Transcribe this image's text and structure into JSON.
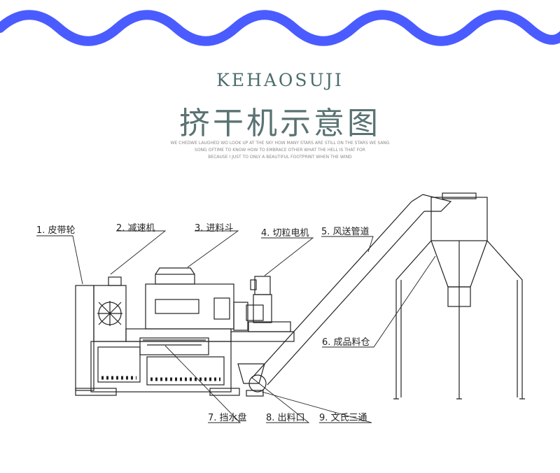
{
  "header": {
    "brand": "KEHAOSUJI",
    "title": "挤干机示意图",
    "tagline_lines": [
      "WE CHEDWE LAUGHED WO LOOK UP AT THE SKY HOW MANY STARS ARE STILL ON THE STARS WE SANG",
      "SONG OFTIME TO KNOW HOW TO EMBRACE OTHER WHAT THE HELL IS THAT FOR",
      "BECAUSE I JUST TO ONLY A BEAUTIFUL FOOTPRINT WHEN THE WIND"
    ]
  },
  "labels": [
    {
      "id": "belt-pulley",
      "text": "1. 皮带轮"
    },
    {
      "id": "reducer",
      "text": "2. 减速机"
    },
    {
      "id": "hopper",
      "text": "3. 进料斗"
    },
    {
      "id": "pelletizer-motor",
      "text": "4. 切粒电机"
    },
    {
      "id": "air-pipe",
      "text": "5. 风送管道"
    },
    {
      "id": "product-silo",
      "text": "6. 成品料仓"
    },
    {
      "id": "water-tray",
      "text": "7. 挡水盘"
    },
    {
      "id": "outlet",
      "text": "8. 出料口"
    },
    {
      "id": "tee",
      "text": "9. 文氏三通"
    }
  ],
  "colors": {
    "wave": "#4a5cff",
    "line": "#222222",
    "label": "#222222",
    "brand": "#4d6d6d"
  }
}
